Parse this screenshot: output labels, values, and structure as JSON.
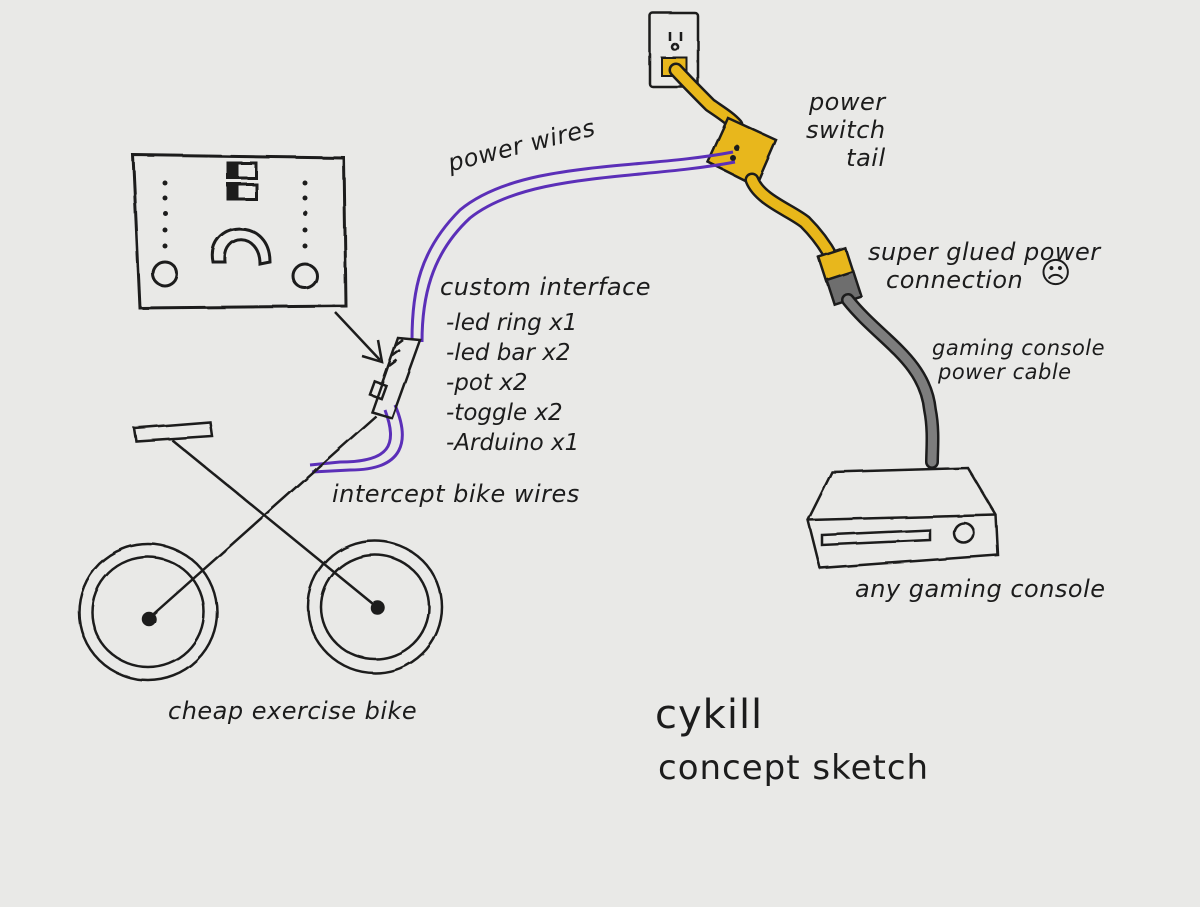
{
  "labels": {
    "power_wires": "power wires",
    "power_switch_tail": [
      "power",
      "switch",
      "tail"
    ],
    "super_glued": [
      "super glued power",
      "connection"
    ],
    "custom_interface": "custom interface",
    "gaming_cable": [
      "gaming console",
      "power cable"
    ],
    "intercept": "intercept bike wires",
    "console": "any gaming console",
    "bike": "cheap exercise bike",
    "title": "cykill",
    "subtitle": "concept sketch"
  },
  "parts": [
    "-led ring x1",
    "-led bar x2",
    "-pot x2",
    "-toggle x2",
    "-Arduino x1"
  ],
  "icons": {
    "sad_face": "frown-face-icon"
  },
  "colors": {
    "ink": "#1c1c1c",
    "wire": "#5b2fb8",
    "cable": "#e8b71a",
    "grey_cable": "#7d7d7d",
    "paper": "#e9e9e7"
  }
}
